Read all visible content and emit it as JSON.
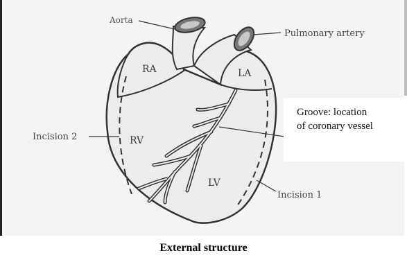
{
  "labels": {
    "aorta": "Aorta",
    "pulmonary_artery": "Pulmonary artery",
    "ra": "RA",
    "la": "LA",
    "rv": "RV",
    "lv": "LV",
    "incision_2": "Incision 2",
    "incision_1": "Incision 1",
    "groove_line1": "Groove: location",
    "groove_line2": "of coronary vessel"
  },
  "caption": "External structure",
  "colors": {
    "heart_fill": "#ececec",
    "outline": "#333333",
    "background": "#f4f4f4"
  }
}
